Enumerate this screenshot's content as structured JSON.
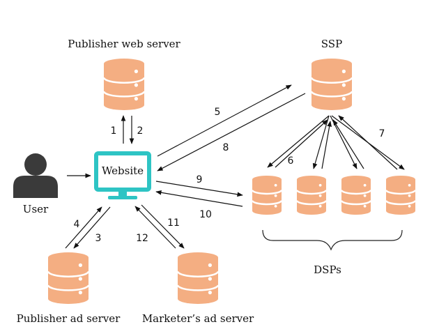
{
  "nodes": {
    "publisher_web_server": "Publisher web server",
    "ssp": "SSP",
    "user": "User",
    "website": "Website",
    "dsps": "DSPs",
    "publisher_ad_server": "Publisher ad server",
    "marketer_ad_server": "Marketer’s ad server"
  },
  "steps": [
    "1",
    "2",
    "3",
    "4",
    "5",
    "6",
    "7",
    "8",
    "9",
    "10",
    "11",
    "12"
  ],
  "colors": {
    "db_fill": "#f4ae82",
    "db_line": "#ffffff",
    "monitor": "#2ec4c4",
    "user_icon": "#3a3a3a"
  }
}
